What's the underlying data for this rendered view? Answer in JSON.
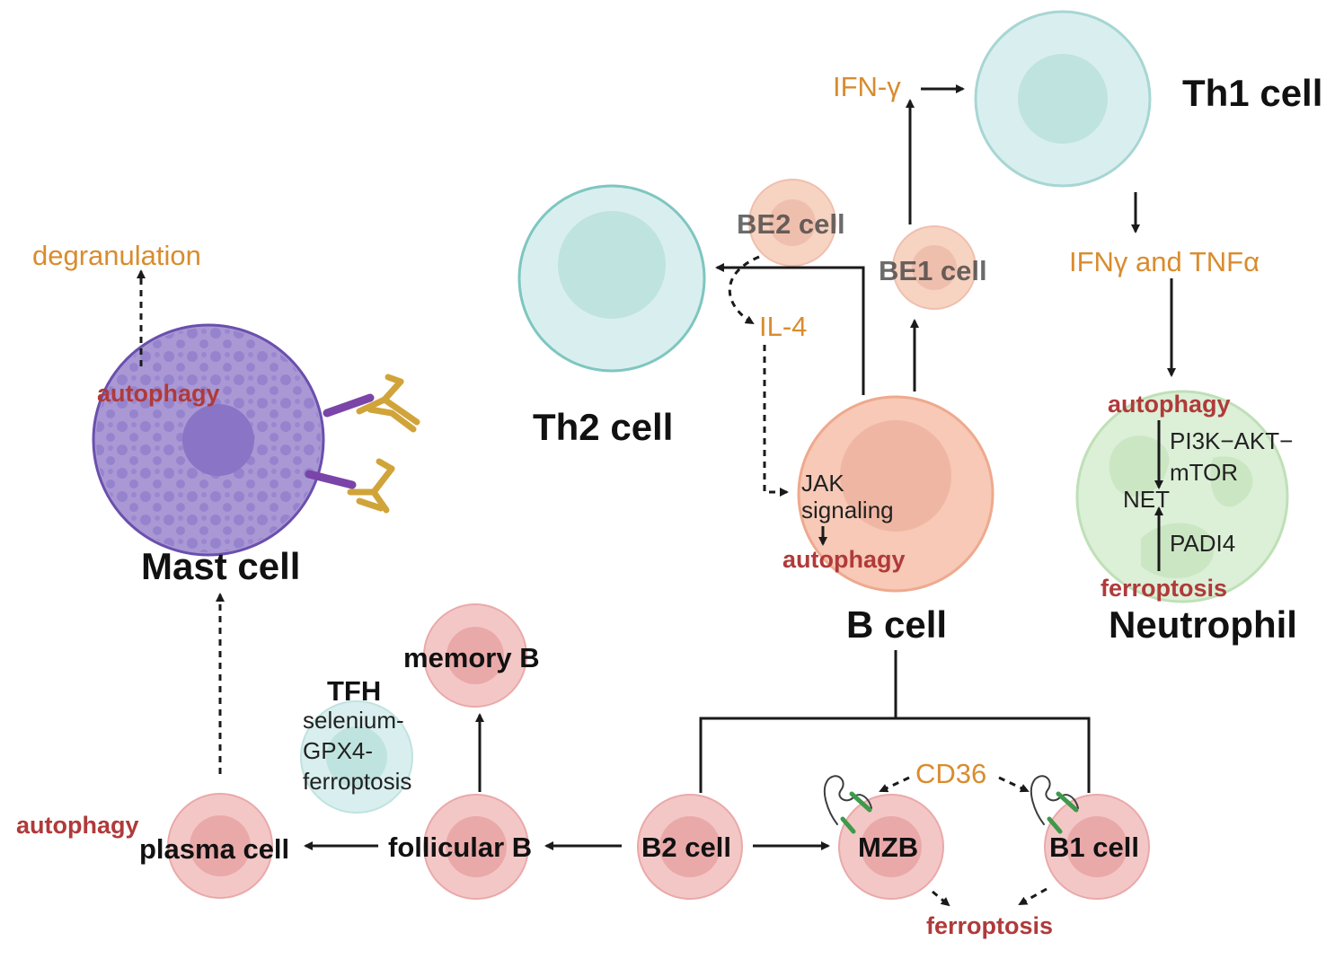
{
  "colors": {
    "orange": "#d98c2e",
    "red": "#b03a3a",
    "line": "#1a1a1a",
    "cyan_cell": "#d9efef",
    "cyan_nucleus": "#bfe3df",
    "pink_cell": "#f4c7c7",
    "pink_nucleus": "#eaa9a9",
    "peach_cell": "#f7d3c2",
    "peach_nucleus": "#efbfae",
    "mast_cell": "#a998d4",
    "mast_nucleus": "#8a74c6",
    "neutrophil": "#dcefd7",
    "antibody": "#d1a43a"
  },
  "labels": {
    "th1_cell": "Th1 cell",
    "th2_cell": "Th2 cell",
    "b_cell": "B cell",
    "mast_cell": "Mast cell",
    "neutrophil": "Neutrophil",
    "be1_cell": "BE1 cell",
    "be2_cell": "BE2 cell",
    "memory_b": "memory B",
    "tfh": "TFH",
    "plasma_cell": "plasma cell",
    "follicular_b": "follicular B",
    "b2_cell": "B2 cell",
    "mzb": "MZB",
    "b1_cell": "B1 cell"
  },
  "mediators": {
    "ifn_gamma": "IFN-γ",
    "ifng_tnfa": "IFNγ and TNFα",
    "il4": "IL-4",
    "cd36": "CD36",
    "degranulation": "degranulation"
  },
  "processes": {
    "autophagy_mast": "autophagy",
    "autophagy_bcell": "autophagy",
    "autophagy_neutrophil": "autophagy",
    "autophagy_plasma": "autophagy",
    "ferroptosis_neutrophil": "ferroptosis",
    "ferroptosis_bottom": "ferroptosis"
  },
  "pathways": {
    "jak_line1": "JAK",
    "jak_line2": "signaling",
    "pi3k_line1": "PI3K−AKT−",
    "pi3k_line2": "mTOR",
    "net": "NET",
    "padi4": "PADI4",
    "tfh_line1": "selenium-",
    "tfh_line2": "GPX4-",
    "tfh_line3": "ferroptosis"
  }
}
